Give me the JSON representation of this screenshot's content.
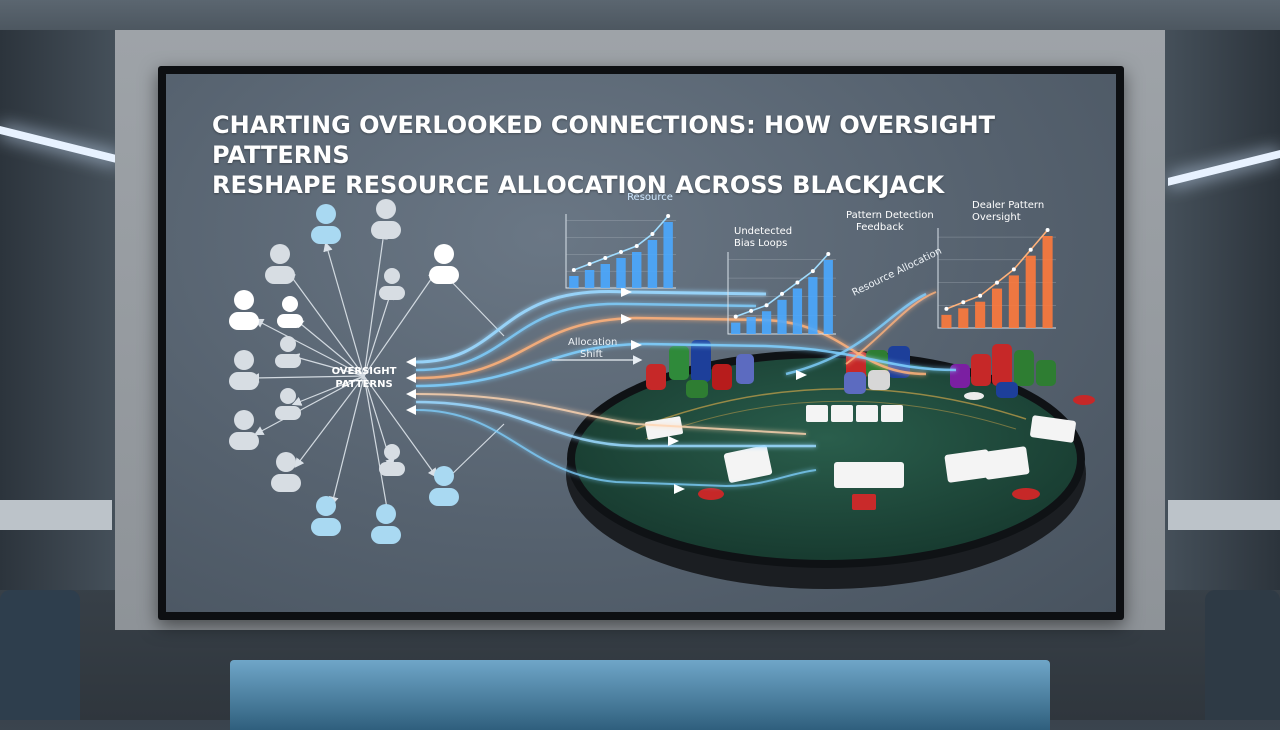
{
  "slide": {
    "title_line1": "CHARTING OVERLOOKED CONNECTIONS: HOW OVERSIGHT PATTERNS",
    "title_line2": "RESHAPE RESOURCE ALLOCATION ACROSS BLACKJACK"
  },
  "hub": {
    "label_line1": "OVERSIGHT",
    "label_line2": "PATTERNS"
  },
  "flow_labels": {
    "allocation_shift_line1": "Allocation",
    "allocation_shift_line2": "Shift",
    "resource_allocation": "Resource Allocation"
  },
  "charts": [
    {
      "title_line1": "Resource",
      "title_line2": "",
      "color": "#4aa8ff",
      "values": [
        2,
        3,
        4,
        5,
        6,
        8,
        11
      ]
    },
    {
      "title_line1": "Undetected",
      "title_line2": "Bias Loops",
      "color": "#4aa8ff",
      "values": [
        2,
        3,
        4,
        6,
        8,
        10,
        13
      ]
    },
    {
      "title_line1": "Pattern Detection",
      "title_line2": "Feedback",
      "color": "#4aa8ff",
      "values": []
    },
    {
      "title_line1": "Dealer Pattern",
      "title_line2": "Oversight",
      "color": "#ff7a3c",
      "values": [
        2,
        3,
        4,
        6,
        8,
        11,
        14
      ]
    }
  ],
  "colors": {
    "screen": "#56626f",
    "felt": "#1f4a3c",
    "flow_blue": "#7fd0ff",
    "flow_orange": "#ffb27a",
    "person": "#d7dde3",
    "person_accent": "#a9d9f2"
  }
}
